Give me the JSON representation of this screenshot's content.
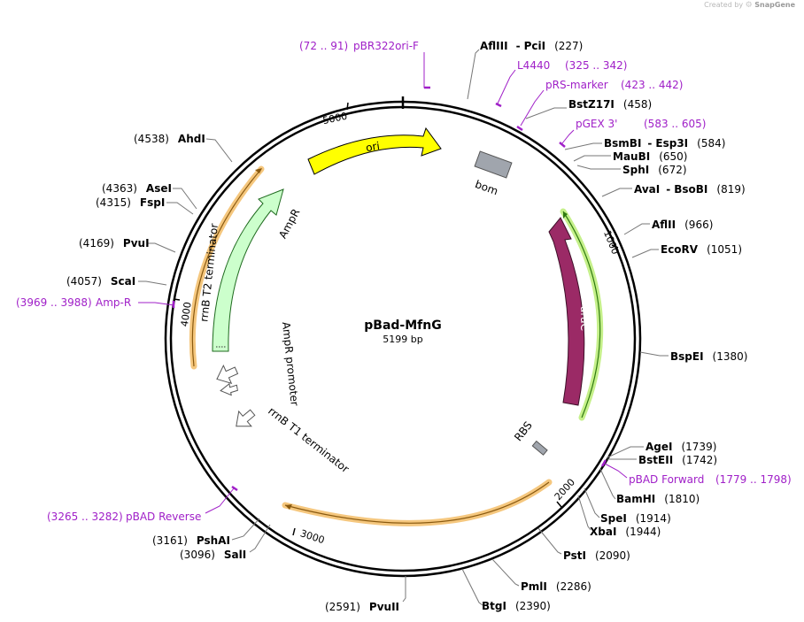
{
  "credit": {
    "prefix": "Created by",
    "brand": "SnapGene",
    "logo": "snapgene-logo-icon"
  },
  "plasmid": {
    "name": "pBad-MfnG",
    "length_label": "5199 bp",
    "length": 5199
  },
  "ticks": [
    {
      "label": "1000",
      "bp": 1000
    },
    {
      "label": "2000",
      "bp": 2000
    },
    {
      "label": "3000",
      "bp": 3000
    },
    {
      "label": "4000",
      "bp": 4000
    },
    {
      "label": "5000",
      "bp": 5000
    }
  ],
  "enzymes": [
    {
      "id": "afliii-pcii",
      "name": "AflIII",
      "name2": "PciI",
      "pos": "(227)"
    },
    {
      "id": "bstz17i",
      "name": "BstZ17I",
      "name2": "",
      "pos": "(458)"
    },
    {
      "id": "bsmbi-esp3i",
      "name": "BsmBI",
      "name2": "Esp3I",
      "pos": "(584)"
    },
    {
      "id": "maubi",
      "name": "MauBI",
      "name2": "",
      "pos": "(650)"
    },
    {
      "id": "sphi",
      "name": "SphI",
      "name2": "",
      "pos": "(672)"
    },
    {
      "id": "avai-bsobi",
      "name": "AvaI",
      "name2": "BsoBI",
      "pos": "(819)"
    },
    {
      "id": "aflii",
      "name": "AflII",
      "name2": "",
      "pos": "(966)"
    },
    {
      "id": "ecorv",
      "name": "EcoRV",
      "name2": "",
      "pos": "(1051)"
    },
    {
      "id": "bspei",
      "name": "BspEI",
      "name2": "",
      "pos": "(1380)"
    },
    {
      "id": "agei",
      "name": "AgeI",
      "name2": "",
      "pos": "(1739)"
    },
    {
      "id": "bsteii",
      "name": "BstEII",
      "name2": "",
      "pos": "(1742)"
    },
    {
      "id": "bamhi",
      "name": "BamHI",
      "name2": "",
      "pos": "(1810)"
    },
    {
      "id": "spei",
      "name": "SpeI",
      "name2": "",
      "pos": "(1914)"
    },
    {
      "id": "xbai",
      "name": "XbaI",
      "name2": "",
      "pos": "(1944)"
    },
    {
      "id": "psti",
      "name": "PstI",
      "name2": "",
      "pos": "(2090)"
    },
    {
      "id": "pmli",
      "name": "PmlI",
      "name2": "",
      "pos": "(2286)"
    },
    {
      "id": "btgi",
      "name": "BtgI",
      "name2": "",
      "pos": "(2390)"
    },
    {
      "id": "pvuii",
      "name": "PvuII",
      "name2": "",
      "pos": "(2591)"
    },
    {
      "id": "sali",
      "name": "SalI",
      "name2": "",
      "pos": "(3096)"
    },
    {
      "id": "pshai",
      "name": "PshAI",
      "name2": "",
      "pos": "(3161)"
    },
    {
      "id": "scai",
      "name": "ScaI",
      "name2": "",
      "pos": "(4057)"
    },
    {
      "id": "pvui",
      "name": "PvuI",
      "name2": "",
      "pos": "(4169)"
    },
    {
      "id": "fspi",
      "name": "FspI",
      "name2": "",
      "pos": "(4315)"
    },
    {
      "id": "asei",
      "name": "AseI",
      "name2": "",
      "pos": "(4363)"
    },
    {
      "id": "ahdi",
      "name": "AhdI",
      "name2": "",
      "pos": "(4538)"
    }
  ],
  "primers": [
    {
      "id": "pbr322ori-f",
      "name": "pBR322ori-F",
      "range": "(72 .. 91)"
    },
    {
      "id": "l4440",
      "name": "L4440",
      "range": "(325 .. 342)"
    },
    {
      "id": "prs-marker",
      "name": "pRS-marker",
      "range": "(423 .. 442)"
    },
    {
      "id": "pgex-3",
      "name": "pGEX 3'",
      "range": "(583 .. 605)"
    },
    {
      "id": "pbad-forward",
      "name": "pBAD Forward",
      "range": "(1779 .. 1798)"
    },
    {
      "id": "pbad-reverse",
      "name": "pBAD Reverse",
      "range": "(3265 .. 3282)"
    },
    {
      "id": "amp-r",
      "name": "Amp-R",
      "range": "(3969 .. 3988)"
    }
  ],
  "features": {
    "ori": "ori",
    "bom": "bom",
    "arac": "araC",
    "ampr": "AmpR",
    "ampr_promoter": "AmpR promoter",
    "rrnb_t2": "rrnB T2 terminator",
    "rrnb_t1": "rrnB T1 terminator",
    "rbs": "RBS"
  },
  "colors": {
    "primer": "#a020c8",
    "ori": "#ffff00",
    "arac": "#9b2a66",
    "ampr": "#ccffcc",
    "bom": "#a0a5ad",
    "orange_band": "#f5c77e",
    "green_band": "#c5f08a"
  }
}
